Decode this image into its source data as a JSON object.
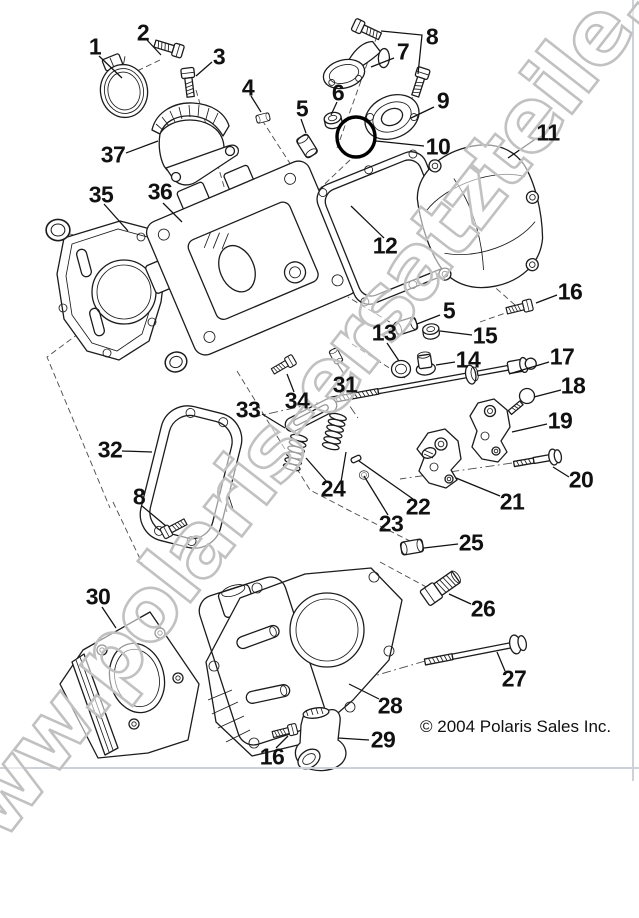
{
  "diagram": {
    "watermark": "www.polaris-ersatzteile.de",
    "copyright": "© 2004 Polaris Sales Inc."
  },
  "callouts": [
    {
      "label": "1"
    },
    {
      "label": "2"
    },
    {
      "label": "3"
    },
    {
      "label": "4"
    },
    {
      "label": "5"
    },
    {
      "label": "6"
    },
    {
      "label": "7"
    },
    {
      "label": "8"
    },
    {
      "label": "9"
    },
    {
      "label": "10"
    },
    {
      "label": "11"
    },
    {
      "label": "12"
    },
    {
      "label": "16"
    },
    {
      "label": "5"
    },
    {
      "label": "15"
    },
    {
      "label": "13"
    },
    {
      "label": "14"
    },
    {
      "label": "17"
    },
    {
      "label": "18"
    },
    {
      "label": "19"
    },
    {
      "label": "20"
    },
    {
      "label": "21"
    },
    {
      "label": "31"
    },
    {
      "label": "33"
    },
    {
      "label": "34"
    },
    {
      "label": "24"
    },
    {
      "label": "22"
    },
    {
      "label": "23"
    },
    {
      "label": "35"
    },
    {
      "label": "36"
    },
    {
      "label": "37"
    },
    {
      "label": "32"
    },
    {
      "label": "8"
    },
    {
      "label": "30"
    },
    {
      "label": "25"
    },
    {
      "label": "26"
    },
    {
      "label": "27"
    },
    {
      "label": "28"
    },
    {
      "label": "29"
    },
    {
      "label": "16"
    }
  ]
}
